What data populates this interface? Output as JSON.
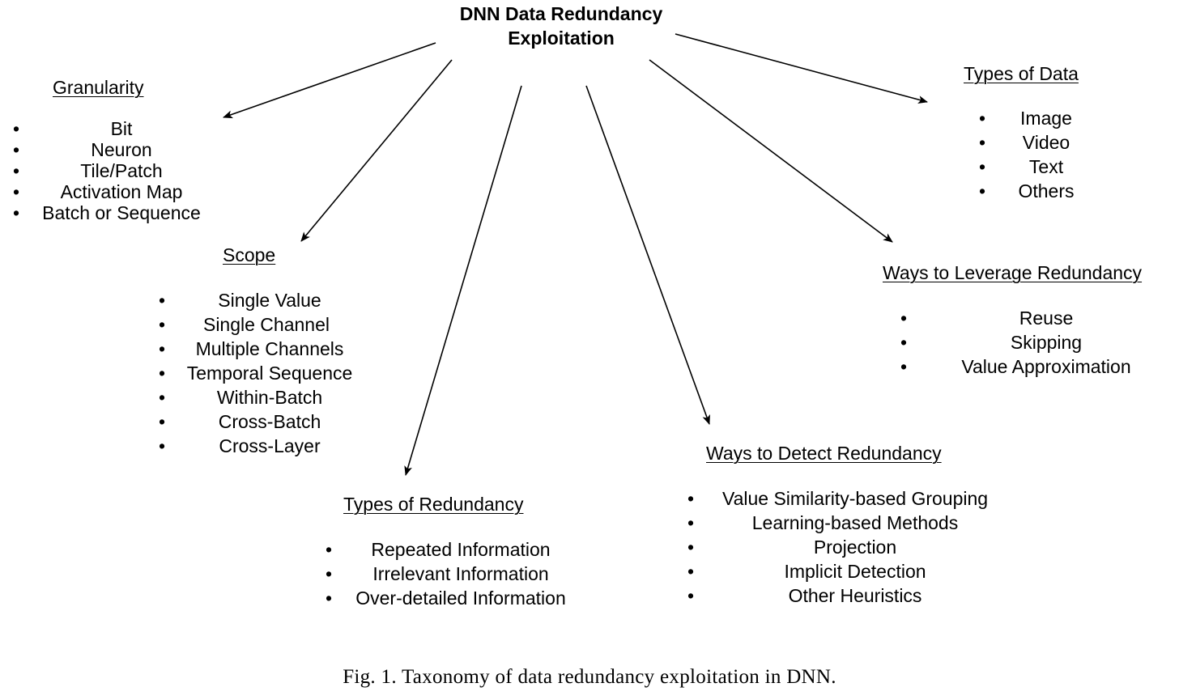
{
  "root": {
    "line1": "DNN Data Redundancy",
    "line2": "Exploitation"
  },
  "categories": {
    "granularity": {
      "title": "Granularity",
      "items": [
        "Bit",
        "Neuron",
        "Tile/Patch",
        "Activation Map",
        "Batch or Sequence"
      ]
    },
    "scope": {
      "title": "Scope",
      "items": [
        "Single Value",
        "Single Channel",
        "Multiple Channels",
        "Temporal Sequence",
        "Within-Batch",
        "Cross-Batch",
        "Cross-Layer"
      ]
    },
    "types_of_redundancy": {
      "title": "Types of Redundancy",
      "items": [
        "Repeated Information",
        "Irrelevant Information",
        "Over-detailed Information"
      ]
    },
    "ways_to_detect": {
      "title": "Ways to Detect Redundancy",
      "items": [
        "Value Similarity-based Grouping",
        "Learning-based Methods",
        "Projection",
        "Implicit Detection",
        "Other Heuristics"
      ]
    },
    "ways_to_leverage": {
      "title": "Ways to Leverage Redundancy",
      "items": [
        "Reuse",
        "Skipping",
        "Value Approximation"
      ]
    },
    "types_of_data": {
      "title": "Types of Data",
      "items": [
        "Image",
        "Video",
        "Text",
        "Others"
      ]
    }
  },
  "caption": "Fig. 1.  Taxonomy of data redundancy exploitation in DNN.",
  "colors": {
    "text": "#000000",
    "background": "#ffffff"
  }
}
